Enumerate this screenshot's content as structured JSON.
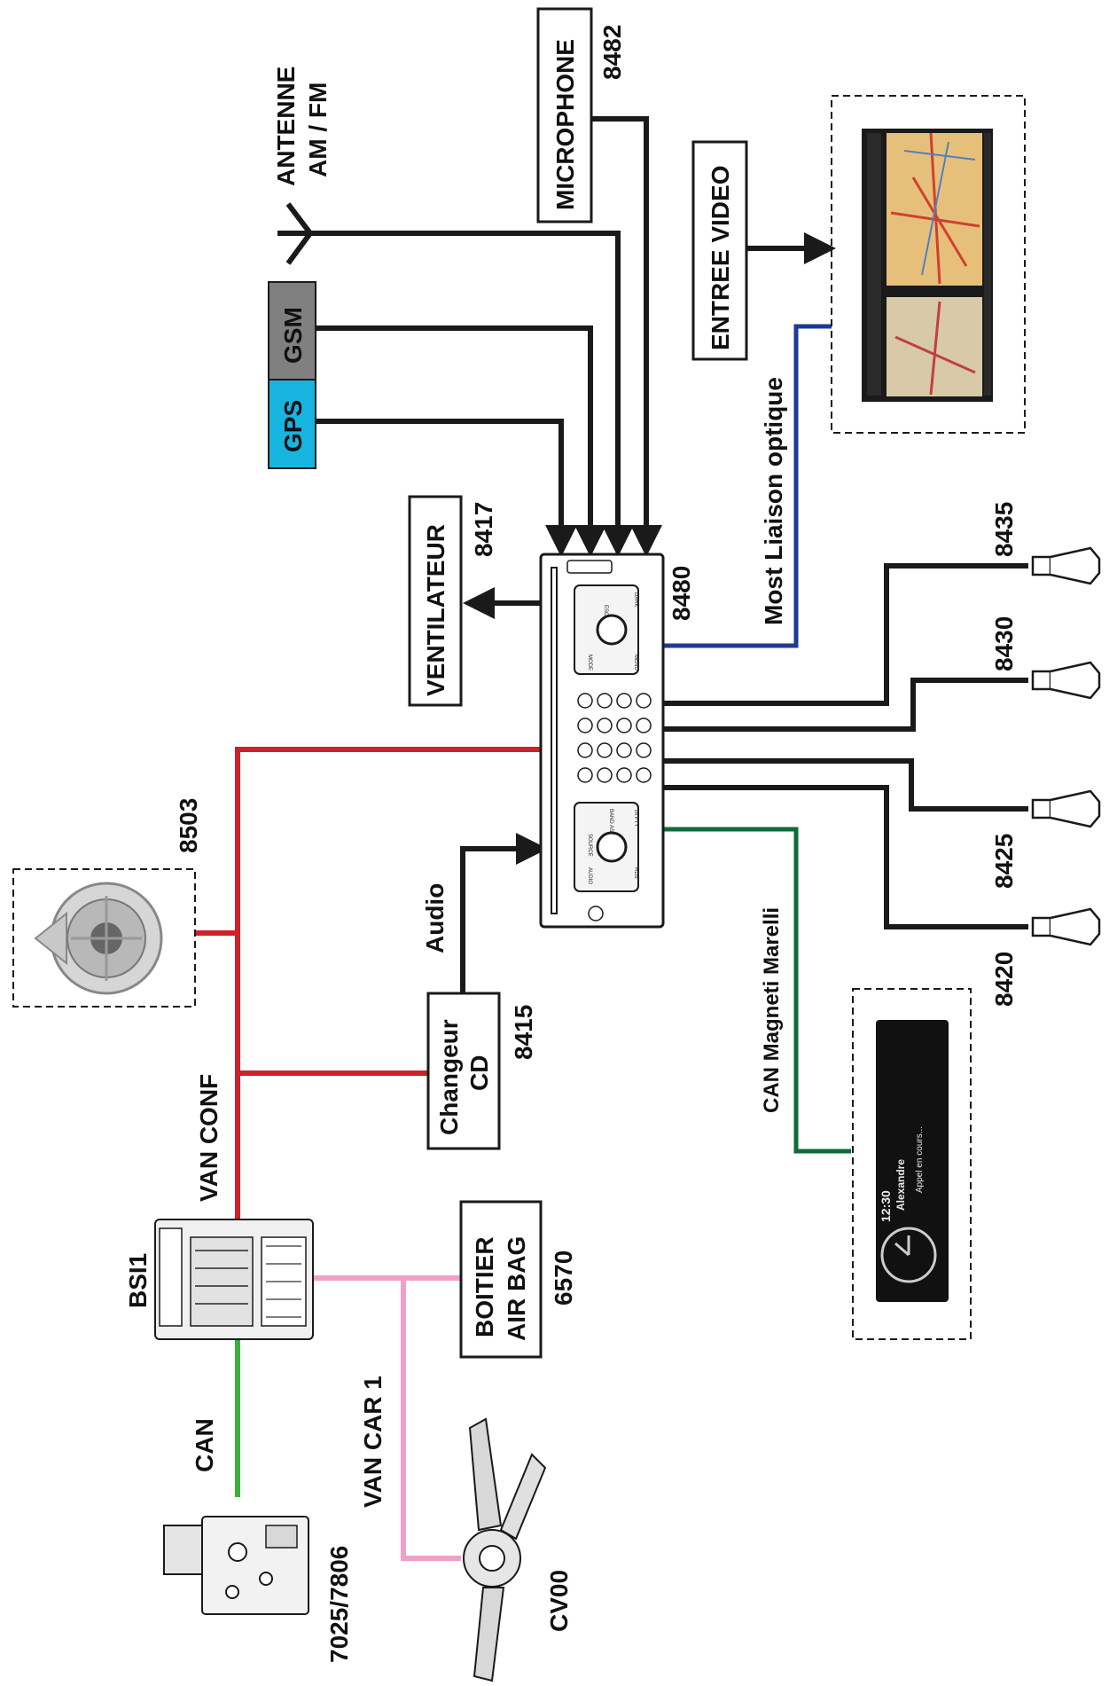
{
  "colors": {
    "van_conf": "#cc2229",
    "van_car": "#f0a0c8",
    "can": "#3cae3c",
    "most": "#1f3a93",
    "can_magneti": "#0f6b3a",
    "black_link": "#1a1a1a",
    "gps": "#18b4e0",
    "gsm": "#808080"
  },
  "labels": {
    "antenne": "ANTENNE",
    "am_fm": "AM / FM",
    "microphone": "MICROPHONE",
    "mic_code": "8482",
    "entree_video": "ENTREE VIDEO",
    "most": "Most Liaison optique",
    "gsm": "GSM",
    "gps": "GPS",
    "ventilateur": "VENTILATEUR",
    "vent_code": "8417",
    "radio_code": "8480",
    "sp_8435": "8435",
    "sp_8430": "8430",
    "sp_8425": "8425",
    "sp_8420": "8420",
    "fan_code": "8503",
    "audio": "Audio",
    "changeur_1": "Changeur",
    "changeur_2": "CD",
    "changeur_code": "8415",
    "can_magneti": "CAN Magneti Marelli",
    "van_conf": "VAN CONF",
    "bsi": "BSI1",
    "airbag_1": "BOITIER",
    "airbag_2": "AIR BAG",
    "airbag_code": "6570",
    "can": "CAN",
    "van_car": "VAN CAR 1",
    "abs_code": "7025/7806",
    "cv00": "CV00"
  },
  "radio_buttons": [
    "ESC",
    "DARK",
    "MODE",
    "MENU",
    "SOURCE",
    "BAND AST",
    "TA PTY",
    "AUDIO",
    "RDS"
  ],
  "display_texts": {
    "time": "12:30",
    "name": "Alexandre",
    "status": "Appel en cours..."
  },
  "icons": [
    "antenna-icon",
    "speaker-icon",
    "fan-icon",
    "stalk-switch-icon",
    "abs-module-icon",
    "bsi-module-icon",
    "navigation-screen-icon",
    "multifunction-display-icon",
    "radio-unit-icon"
  ]
}
